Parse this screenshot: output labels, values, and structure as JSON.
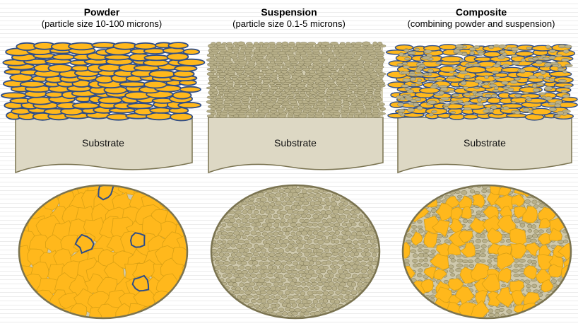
{
  "columns": [
    {
      "title": "Powder",
      "subtitle": "(particle size 10-100 microns)",
      "substrate_label": "Substrate"
    },
    {
      "title": "Suspension",
      "subtitle": "(particle size 0.1-5 microns)",
      "substrate_label": "Substrate"
    },
    {
      "title": "Composite",
      "subtitle": "(combining powder and suspension)",
      "substrate_label": "Substrate"
    }
  ],
  "colors": {
    "powder_fill": "#ffb81c",
    "powder_outline": "#2f4d87",
    "suspension_fill": "#b8b08a",
    "suspension_outline": "#7a7350",
    "substrate_fill": "#ddd8c4",
    "substrate_outline": "#7a7350",
    "disc_background": "#cfc9ad"
  }
}
